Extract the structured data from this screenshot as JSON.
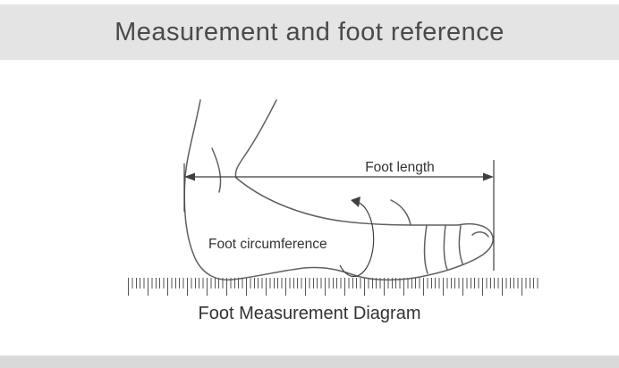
{
  "header": {
    "title": "Measurement and foot reference"
  },
  "diagram": {
    "foot_length_label": "Foot length",
    "foot_circumference_label": "Foot circumference",
    "caption": "Foot Measurement Diagram"
  },
  "colors": {
    "header-bg": "#e4e4e4",
    "header-text": "#4a4a4a",
    "sketch-stroke": "#606060",
    "measure-stroke": "#3f3f3f",
    "label-text": "#333333",
    "ruler-tick": "#555555",
    "footer-bg": "#d9d9d9"
  }
}
